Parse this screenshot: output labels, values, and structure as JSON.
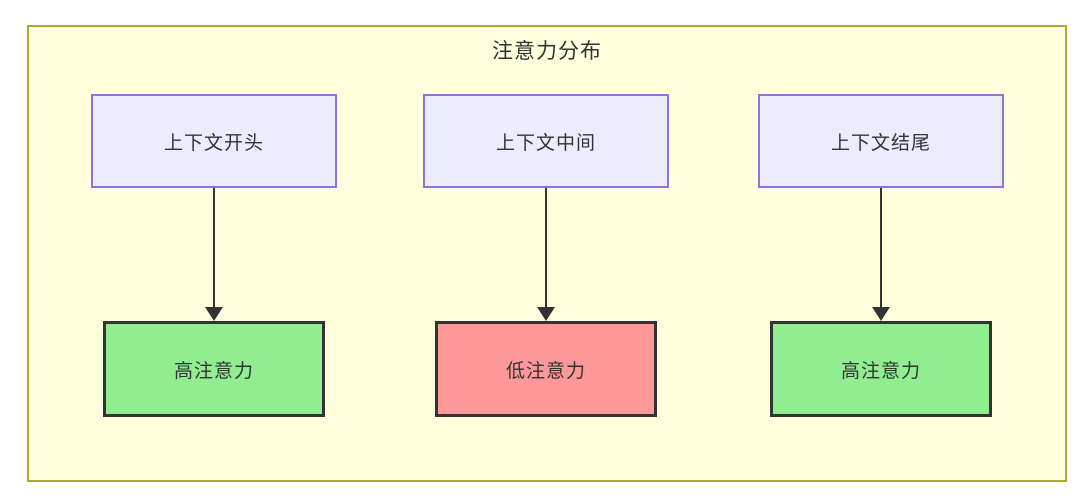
{
  "diagram": {
    "title": "注意力分布",
    "colors": {
      "container_bg": "#ffffde",
      "container_border": "#aaaa33",
      "node_bg": "#ececff",
      "node_border": "#9370db",
      "high_bg": "#90ee90",
      "low_bg": "#ff9999",
      "result_border": "#333333",
      "arrow": "#333333",
      "text": "#333333"
    },
    "columns": [
      {
        "source": "上下文开头",
        "result": "高注意力",
        "level": "high"
      },
      {
        "source": "上下文中间",
        "result": "低注意力",
        "level": "low"
      },
      {
        "source": "上下文结尾",
        "result": "高注意力",
        "level": "high"
      }
    ]
  }
}
